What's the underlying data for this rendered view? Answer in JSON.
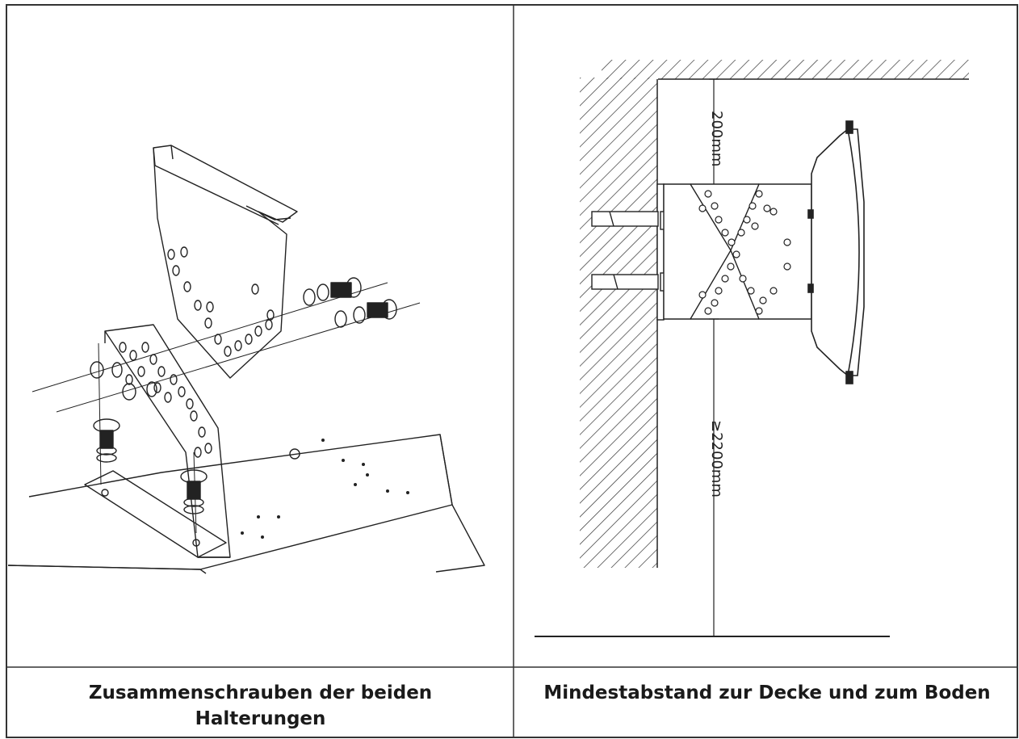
{
  "captions": {
    "left_line1": "Zusammenschrauben der beiden",
    "left_line2": "Halterungen",
    "right": "Mindestabstand zur Decke und zum Boden"
  },
  "dimensions": {
    "ceiling_gap": "200mm",
    "floor_height": "≥2200mm"
  }
}
